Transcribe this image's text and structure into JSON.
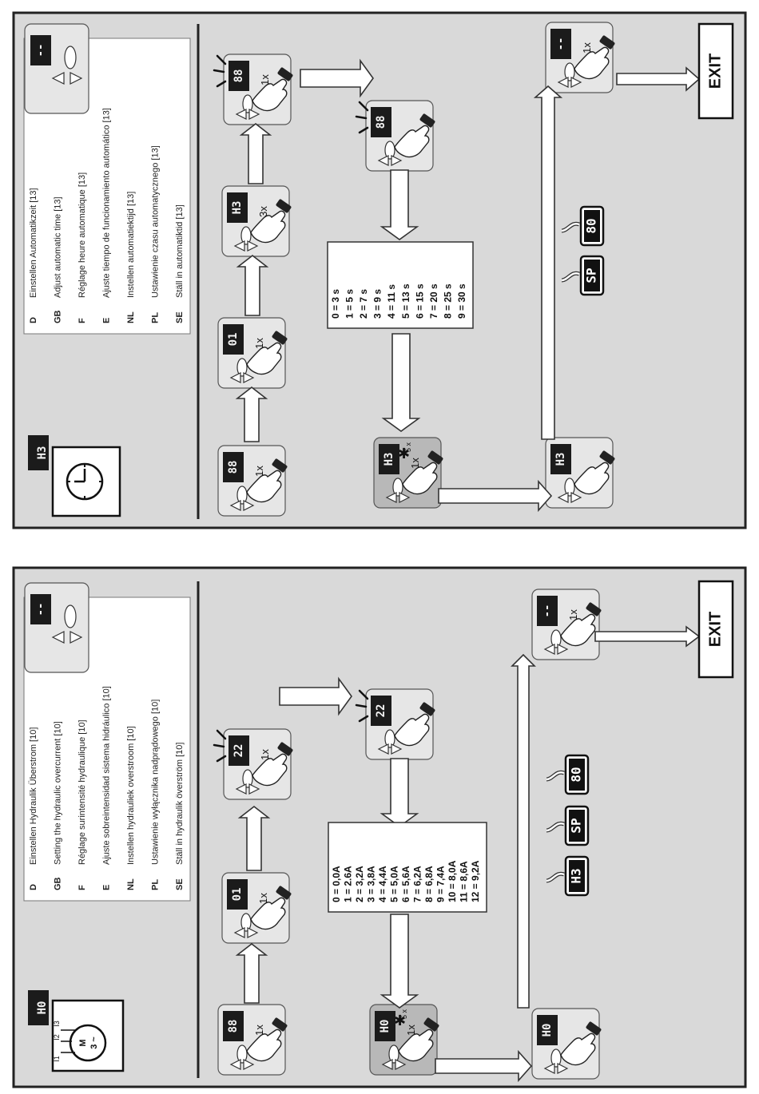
{
  "panels": [
    {
      "icon": "clock-icon",
      "icon_display": "H3",
      "legend": [
        {
          "code": "D",
          "text": "Einstellen Automatikzeit [13]"
        },
        {
          "code": "GB",
          "text": "Adjust automatic time [13]"
        },
        {
          "code": "F",
          "text": "Réglage heure automatique [13]"
        },
        {
          "code": "E",
          "text": "Ajuste tiempo de funcionamiento automático [13]"
        },
        {
          "code": "NL",
          "text": "Instellen automatiektijd [13]"
        },
        {
          "code": "PL",
          "text": "Ustawienie czasu automatycznego [13]"
        },
        {
          "code": "SE",
          "text": "Ställ in automatiktid [13]"
        }
      ],
      "legend_display": "--",
      "steps": [
        {
          "display": "88",
          "press": "1x"
        },
        {
          "display": "01",
          "press": "1x"
        },
        {
          "display": "H3",
          "press": "3x"
        },
        {
          "display": "88",
          "press": "1x"
        },
        {
          "display": "88",
          "press": ""
        }
      ],
      "table": [
        "0 = 3 s",
        "1 = 5 s",
        "2 = 7 s",
        "3 = 9 s",
        "4 = 11 s",
        "5 = 13 s",
        "6 = 15 s",
        "7 = 20 s",
        "8 = 25 s",
        "9 = 30 s"
      ],
      "set_step": {
        "display": "H3",
        "repeat": "5 x",
        "press": "1x"
      },
      "confirm_step": {
        "display": "H3",
        "press": ""
      },
      "options": [
        "SP",
        "80"
      ],
      "exit_step": {
        "display": "--",
        "press": "1x"
      },
      "exit_label": "EXIT"
    },
    {
      "icon": "motor-icon",
      "icon_display": "H0",
      "motor": {
        "label": "M",
        "phase": "3 ~",
        "i1": "I1",
        "i2": "I2",
        "i3": "I3"
      },
      "legend": [
        {
          "code": "D",
          "text": "Einstellen Hydraulik Überstrom [10]"
        },
        {
          "code": "GB",
          "text": "Setting the hydraulic overcurrent [10]"
        },
        {
          "code": "F",
          "text": "Réglage surintensité hydraulique [10]"
        },
        {
          "code": "E",
          "text": "Ajuste sobreintensidad sistema hidráulico [10]"
        },
        {
          "code": "NL",
          "text": "Instellen hydrauliek overstroom [10]"
        },
        {
          "code": "PL",
          "text": "Ustawienie wyłącznika nadprądowego [10]"
        },
        {
          "code": "SE",
          "text": "Ställ in hydraulik överström [10]"
        }
      ],
      "legend_display": "--",
      "steps": [
        {
          "display": "88",
          "press": "1x"
        },
        {
          "display": "01",
          "press": "1x"
        },
        {
          "display": "22",
          "press": "1x"
        },
        {
          "display": "22",
          "press": ""
        }
      ],
      "table": [
        "0 = 0,0A",
        "1 = 2.6A",
        "2 = 3,2A",
        "3 = 3,8A",
        "4 = 4,4A",
        "5 = 5,0A",
        "6 = 5,6A",
        "7 = 6,2A",
        "8 = 6,8A",
        "9 = 7,4A",
        "10 = 8,0A",
        "11 = 8,6A",
        "12 = 9,2A"
      ],
      "set_step": {
        "display": "H0",
        "repeat": "5 x",
        "press": "1x"
      },
      "confirm_step": {
        "display": "H0",
        "press": ""
      },
      "options": [
        "H3",
        "SP",
        "80"
      ],
      "exit_step": {
        "display": "--",
        "press": "1x"
      },
      "exit_label": "EXIT"
    }
  ]
}
